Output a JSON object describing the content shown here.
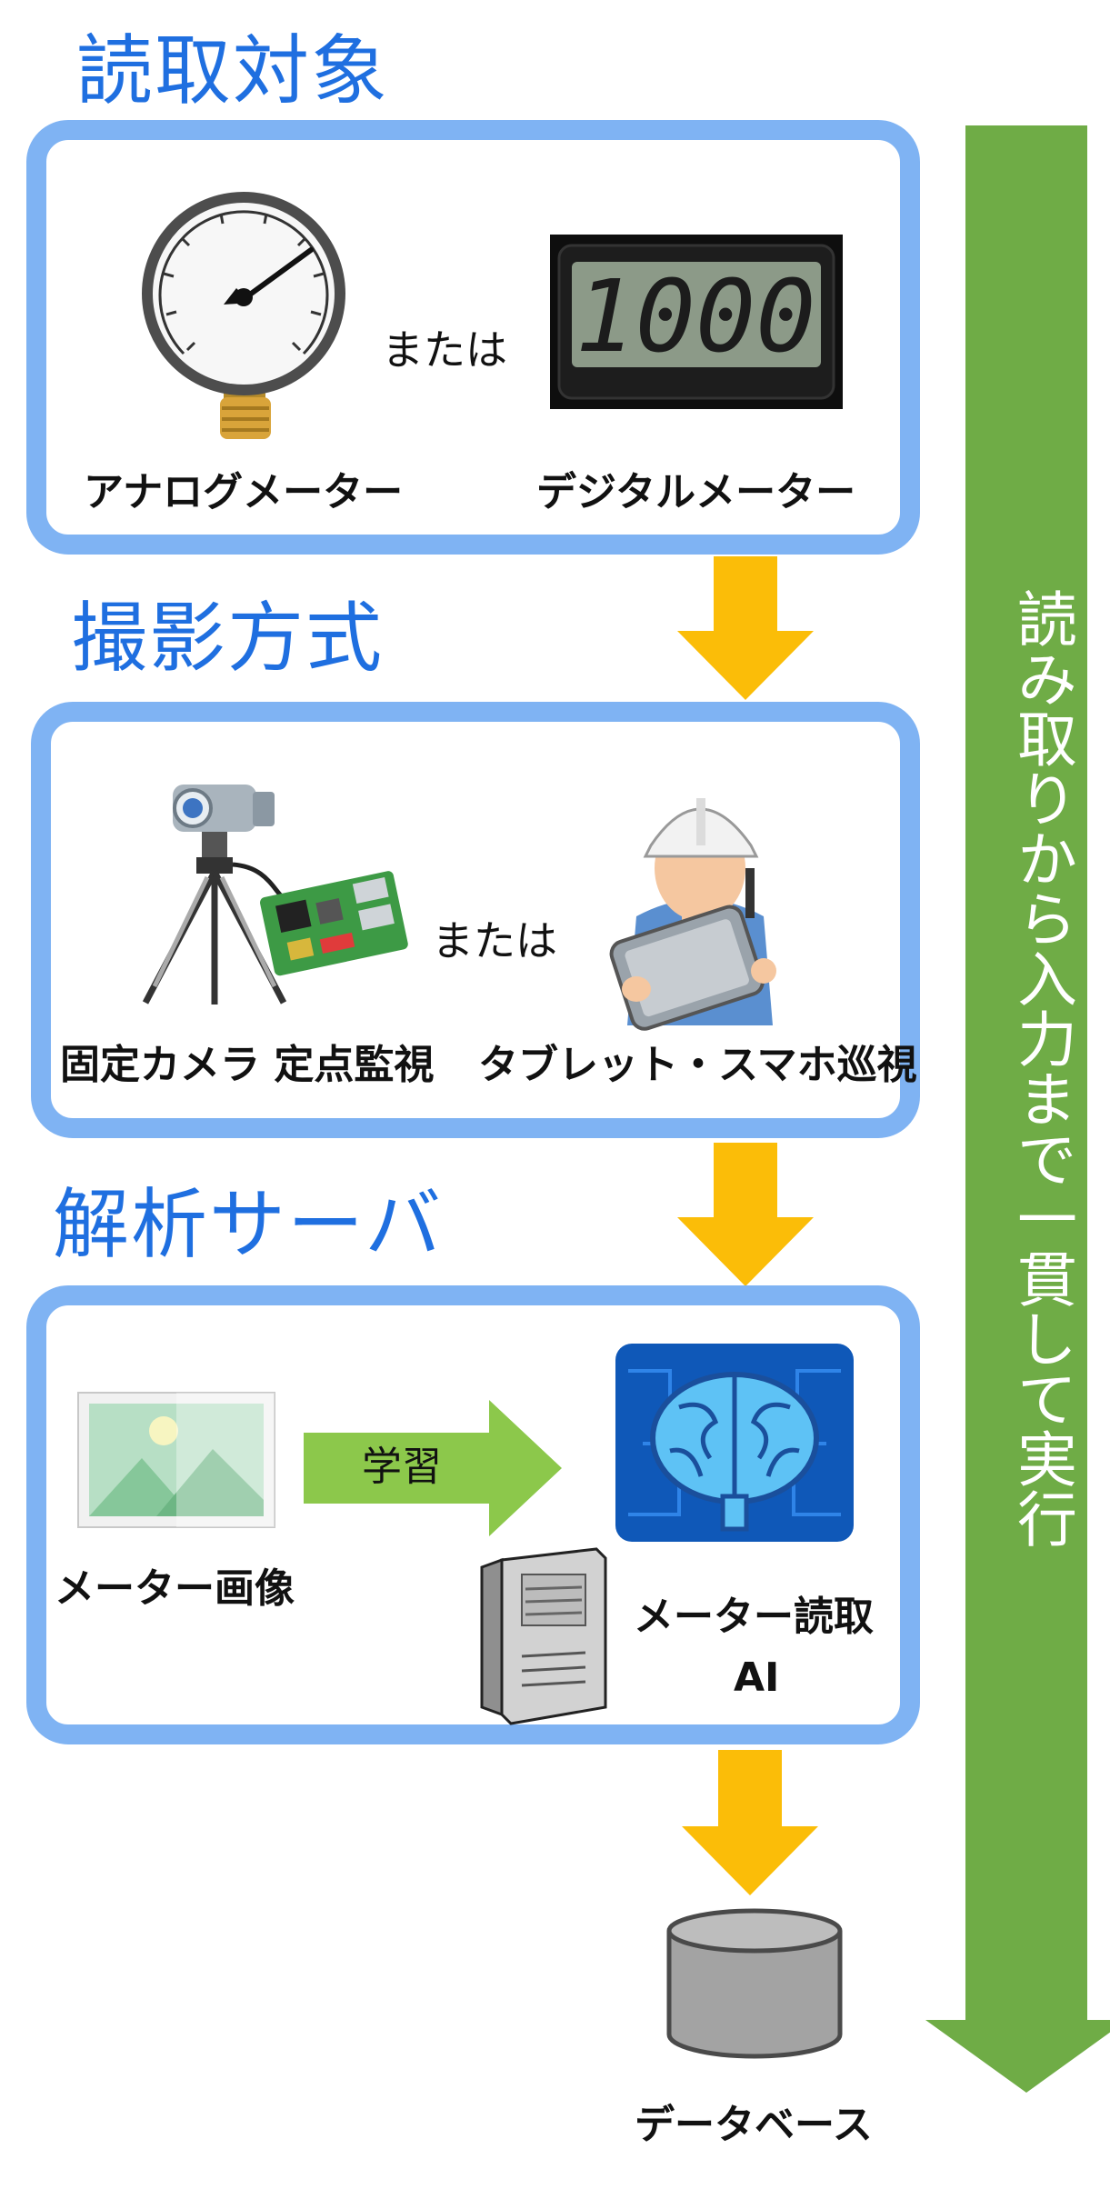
{
  "sections": {
    "target": {
      "title": "読取対象",
      "analog_label": "アナログメーター",
      "or_label": "または",
      "digital_label": "デジタルメーター",
      "digital_display": "1000"
    },
    "capture": {
      "title": "撮影方式",
      "fixed_label": "固定カメラ 定点監視",
      "or_label": "または",
      "patrol_label": "タブレット・スマホ巡視"
    },
    "server": {
      "title": "解析サーバ",
      "image_label": "メーター画像",
      "learn_label": "学習",
      "ai_label_line1": "メーター読取",
      "ai_label_line2": "AI"
    }
  },
  "database": {
    "label": "データベース"
  },
  "side_banner": {
    "text": "読み取りから入力まで一貫して実行"
  },
  "colors": {
    "title_blue": "#1f6fe0",
    "panel_border": "#7fb3f3",
    "flow_arrow": "#fbbd08",
    "side_banner": "#6fac46",
    "learn_arrow": "#8cc84b"
  }
}
